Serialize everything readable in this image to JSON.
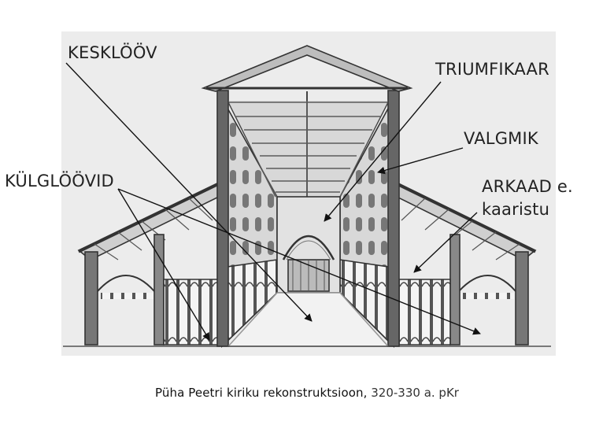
{
  "labels": {
    "kesklaeov": "KESKLÖÖV",
    "triumfikaar": "TRIUMFIKAAR",
    "valgmik": "VALGMIK",
    "kulglaeovid": "KÜLGLÖÖVID",
    "arkaad_line1": "ARKAAD e.",
    "arkaad_line2": "kaaristu"
  },
  "caption": {
    "title": "Püha Peetri kiriku rekonstruktsioon,",
    "date": "320-330 a. pKr"
  },
  "colors": {
    "ink": "#222222",
    "paper": "#ffffff",
    "drawing_bg": "#ececec"
  }
}
